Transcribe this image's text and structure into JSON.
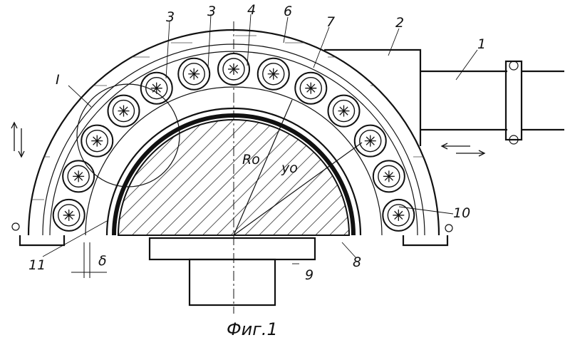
{
  "figure": {
    "caption": "Фиг.1",
    "labels": {
      "l1": "1",
      "l2": "2",
      "l3a": "3",
      "l3b": "3",
      "l4": "4",
      "l6": "6",
      "l7": "7",
      "l8": "8",
      "l9": "9",
      "l10": "10",
      "l11": "11",
      "lI": "I",
      "lRo": "Ro",
      "lYo": "yo",
      "lDelta": "δ"
    }
  }
}
